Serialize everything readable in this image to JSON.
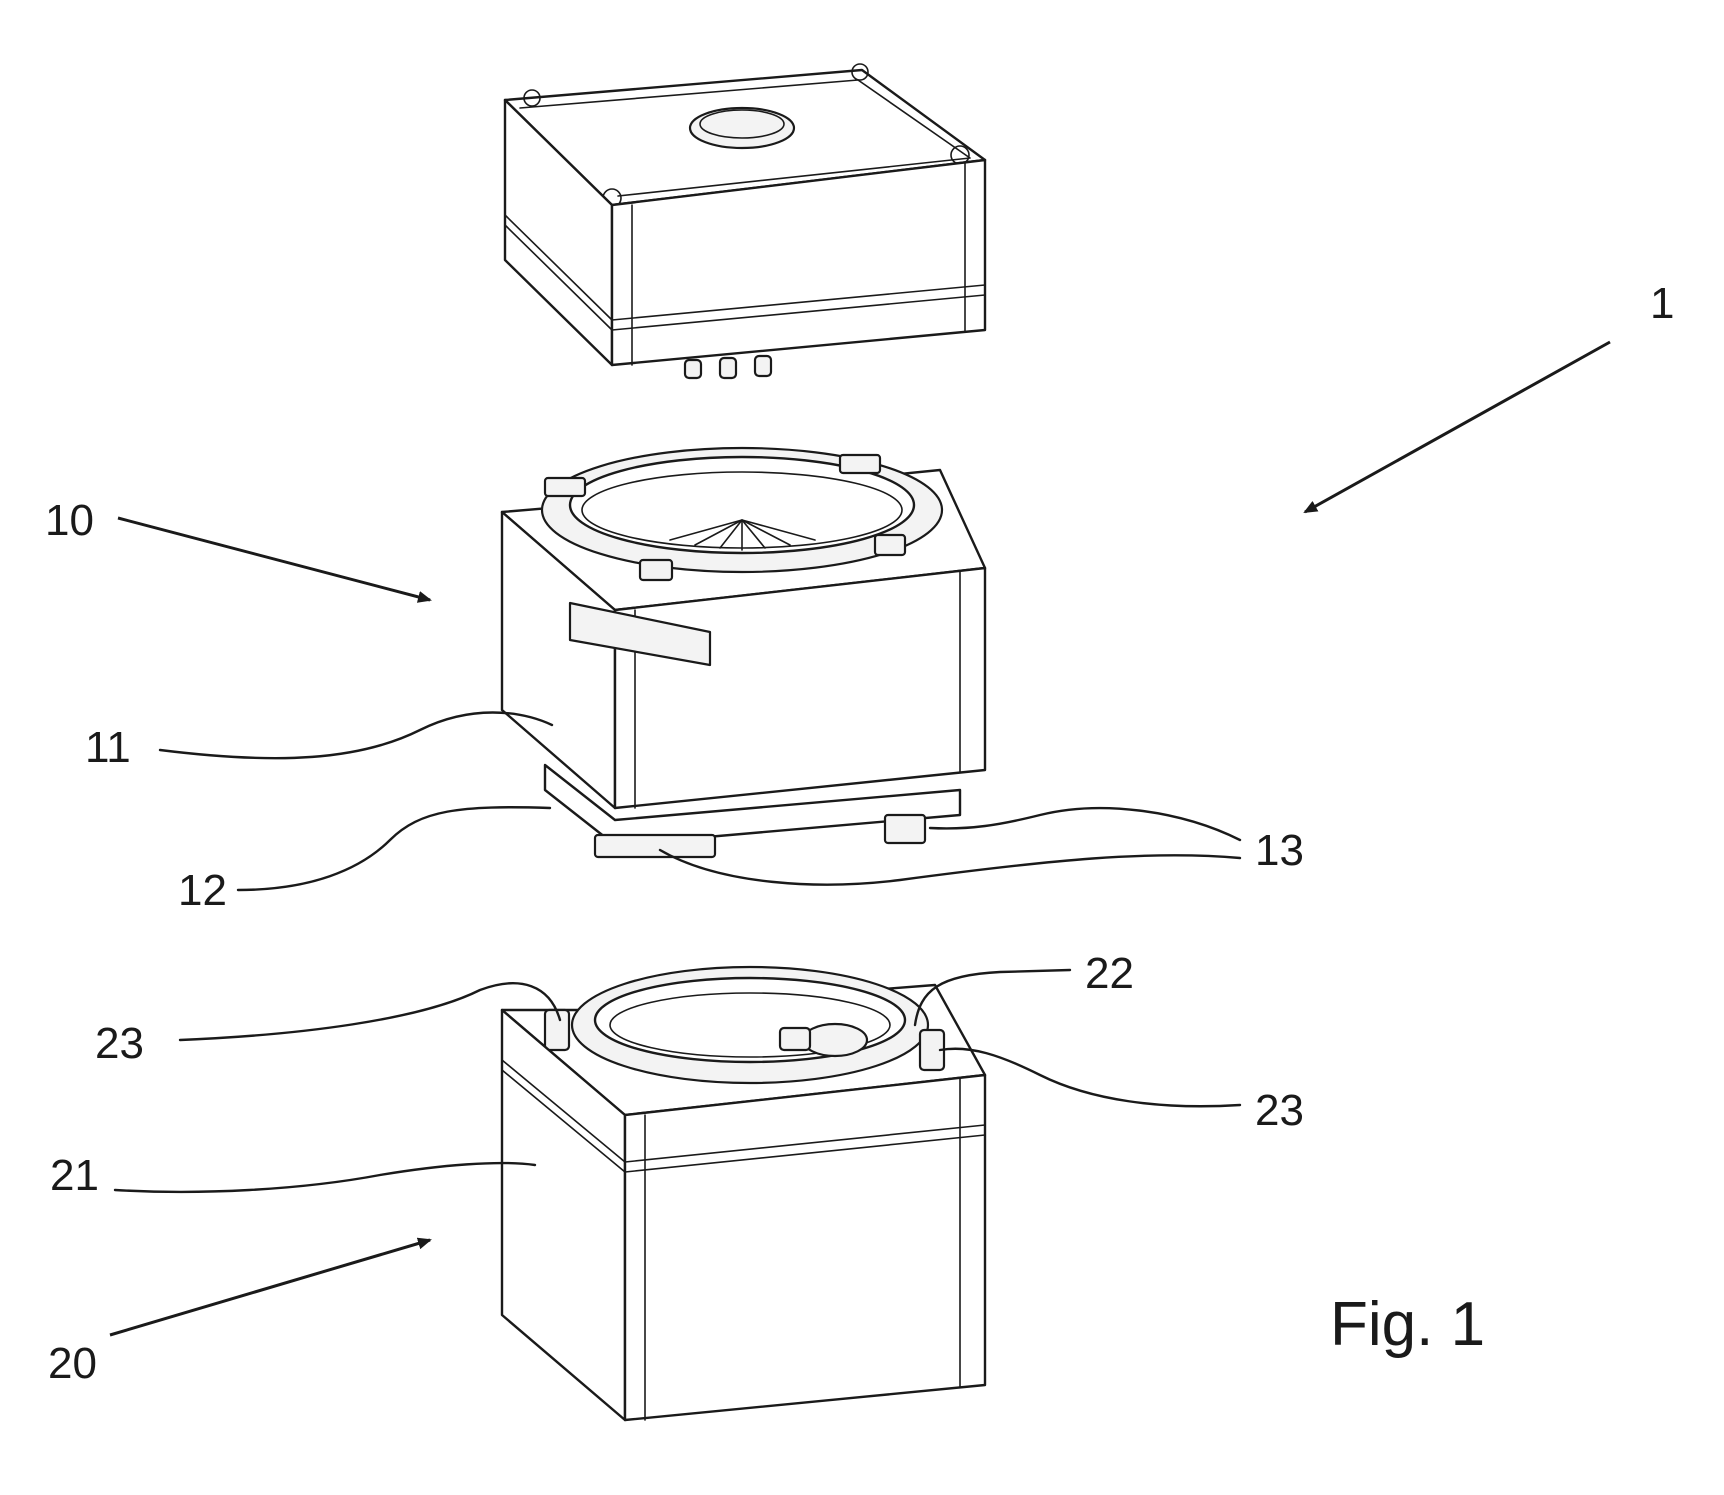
{
  "figure_label": "Fig. 1",
  "reference_numerals": {
    "assembly": "1",
    "upper_module": "10",
    "upper_housing": "11",
    "upper_base": "12",
    "upper_tabs": "13",
    "lower_module": "20",
    "lower_housing": "21",
    "lower_receptacle": "22",
    "lower_slot_left": "23",
    "lower_slot_right": "23"
  },
  "colors": {
    "line": "#1a1a1a",
    "background": "#ffffff"
  }
}
